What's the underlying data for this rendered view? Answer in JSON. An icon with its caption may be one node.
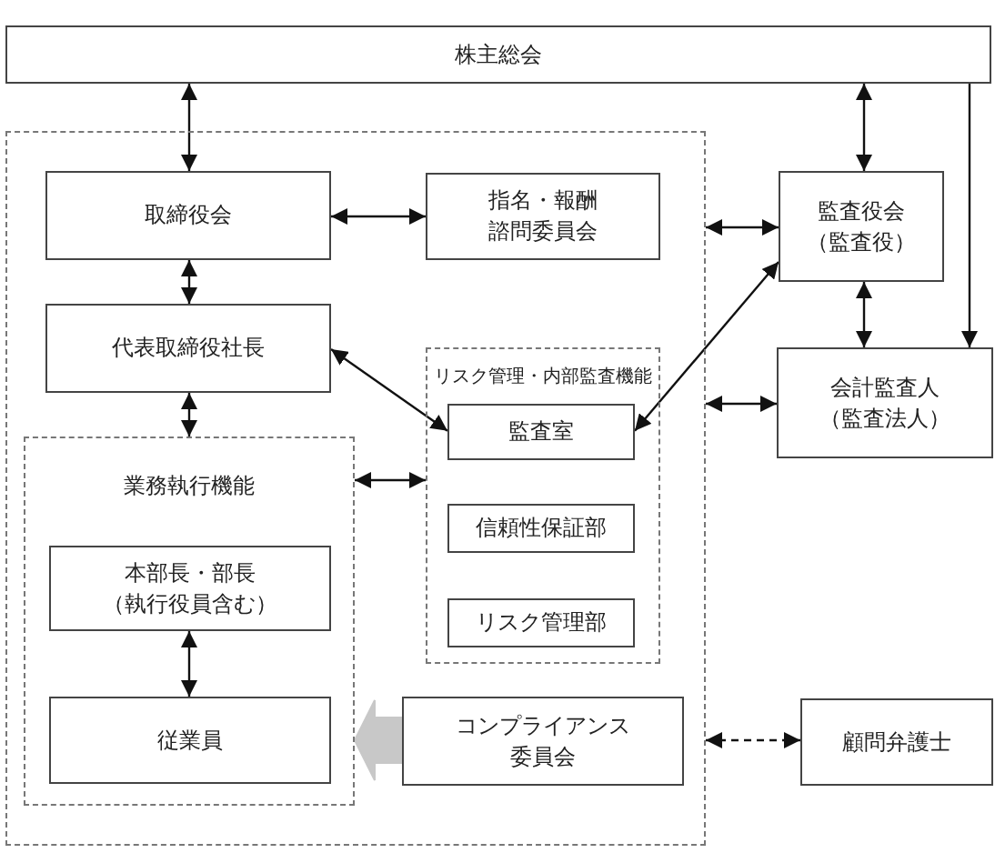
{
  "diagram": {
    "nodes": [
      {
        "text": [
          "株主総会"
        ]
      },
      {
        "text": [],
        "shape": "box"
      },
      {
        "text": [
          "取締役会"
        ],
        "in": 1
      },
      {
        "text": [
          "指名・報酬諮問委員会"
        ],
        "in": 1
      },
      {
        "text": [
          "代表取締役社長"
        ],
        "in": 1
      },
      {
        "text": [
          "業務執行機能"
        ],
        "in": 1
      },
      {
        "text": [
          "本部長・部長（執行役員含む）"
        ],
        "in": 5
      },
      {
        "text": [
          "従業員"
        ],
        "in": 5
      },
      {
        "text": [
          "リスク管理・内部監査機能"
        ],
        "in": 1
      },
      {
        "text": [
          "監査室"
        ],
        "in": 8
      },
      {
        "text": [
          "信頼性保証部"
        ],
        "in": 8
      },
      {
        "text": [
          "リスク管理部"
        ],
        "in": 8
      },
      {
        "text": [
          "コンプライアンス委員会"
        ],
        "in": 1
      },
      {
        "text": [
          "監査役会（監査役）"
        ]
      },
      {
        "text": [
          "会計監査人（監査法人）"
        ]
      },
      {
        "text": [
          "顧問弁護士"
        ]
      }
    ],
    "edges": [
      {
        "from": 0,
        "to": 2,
        "arrow": "both"
      },
      {
        "from": 0,
        "to": 13,
        "arrow": "both"
      },
      {
        "from": 0,
        "to": 14,
        "arrow": "to"
      },
      {
        "from": 2,
        "to": 3,
        "arrow": "both"
      },
      {
        "from": 2,
        "to": 4,
        "arrow": "both"
      },
      {
        "from": 4,
        "to": 5,
        "arrow": "both"
      },
      {
        "from": 4,
        "to": 9,
        "arrow": "both"
      },
      {
        "from": 13,
        "to": 9,
        "arrow": "both"
      },
      {
        "from": 1,
        "to": 13,
        "arrow": "both"
      },
      {
        "from": 13,
        "to": 14,
        "arrow": "both"
      },
      {
        "from": 1,
        "to": 14,
        "arrow": "both"
      },
      {
        "from": 5,
        "to": 8,
        "arrow": "both"
      },
      {
        "from": 6,
        "to": 7,
        "arrow": "both"
      },
      {
        "from": 12,
        "to": 5,
        "arrow": "to",
        "style": "thick",
        "color": "#c8c8c8"
      },
      {
        "from": 1,
        "to": 15,
        "arrow": "both",
        "style": "dashed"
      }
    ]
  }
}
